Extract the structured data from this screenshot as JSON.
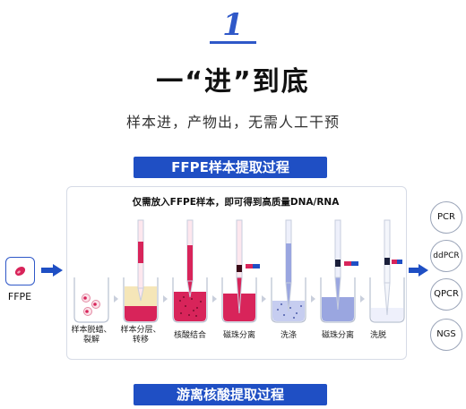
{
  "header": {
    "number": "1",
    "headline": "一“进”到底",
    "tagline": "样本进，产物出，无需人工干预"
  },
  "banners": {
    "top": "FFPE样本提取过程",
    "bottom": "游离核酸提取过程"
  },
  "panel": {
    "note": "仅需放入FFPE样本，即可得到高质量DNA/RNA"
  },
  "input": {
    "label": "FFPE"
  },
  "steps": [
    {
      "label": "样本脱蜡、\n裂解"
    },
    {
      "label": "样本分层、\n转移"
    },
    {
      "label": "核酸结合"
    },
    {
      "label": "磁珠分离"
    },
    {
      "label": "洗涤"
    },
    {
      "label": "磁珠分离"
    },
    {
      "label": "洗脱"
    }
  ],
  "outputs": [
    "PCR",
    "ddPCR",
    "QPCR",
    "NGS"
  ],
  "colors": {
    "accent": "#1f4fc4",
    "sample_red": "#d8245a",
    "wash_blue": "#9aa6e0",
    "beige": "#f5e6b8"
  }
}
